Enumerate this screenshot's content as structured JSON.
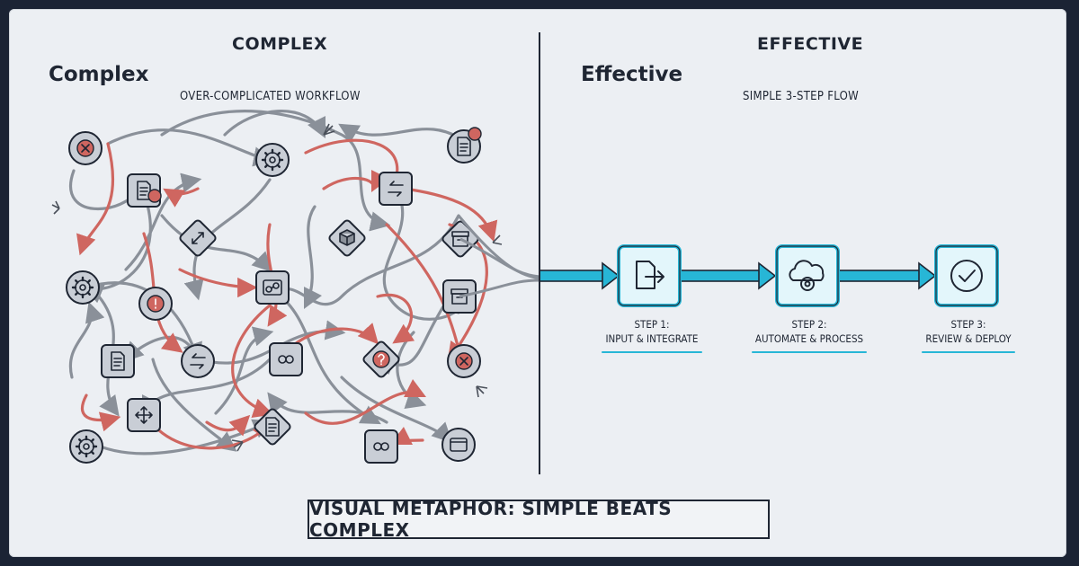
{
  "complex": {
    "header": "COMPLEX",
    "title": "Complex",
    "subtitle": "OVER-COMPLICATED WORKFLOW"
  },
  "effective": {
    "header": "EFFECTIVE",
    "title": "Effective",
    "subtitle": "SIMPLE 3-STEP FLOW",
    "steps": [
      {
        "label": "STEP 1:",
        "name": "INPUT & INTEGRATE",
        "icon": "document-export-icon"
      },
      {
        "label": "STEP 2:",
        "name": "AUTOMATE & PROCESS",
        "icon": "cloud-gear-icon"
      },
      {
        "label": "STEP 3:",
        "name": "REVIEW & DEPLOY",
        "icon": "check-circle-icon"
      }
    ]
  },
  "banner": "VISUAL METAPHOR: SIMPLE BEATS COMPLEX",
  "colors": {
    "background": "#1b2334",
    "panel": "#eceff3",
    "node_fill": "#c9ced6",
    "tangle_gray": "#8a9099",
    "tangle_red": "#cf6660",
    "accent": "#27b6d6",
    "step_fill": "#e3f6fb",
    "ink": "#1f2633"
  },
  "tangle_nodes": [
    {
      "shape": "circle",
      "icon": "error-x-icon",
      "badge": ""
    },
    {
      "shape": "circle",
      "icon": "gear-icon",
      "badge": ""
    },
    {
      "shape": "circle",
      "icon": "document-icon",
      "badge": "error"
    },
    {
      "shape": "square",
      "icon": "form-icon",
      "badge": "alert"
    },
    {
      "shape": "square",
      "icon": "swap-arrows-icon",
      "badge": ""
    },
    {
      "shape": "diamond",
      "icon": "expand-arrows-icon",
      "badge": ""
    },
    {
      "shape": "diamond",
      "icon": "box-icon",
      "badge": ""
    },
    {
      "shape": "diamond",
      "icon": "archive-icon",
      "badge": ""
    },
    {
      "shape": "circle",
      "icon": "gear-icon",
      "badge": ""
    },
    {
      "shape": "circle",
      "icon": "alert-icon",
      "badge": ""
    },
    {
      "shape": "square",
      "icon": "workflow-icon",
      "badge": ""
    },
    {
      "shape": "square",
      "icon": "archive-icon",
      "badge": ""
    },
    {
      "shape": "square",
      "icon": "document-icon",
      "badge": ""
    },
    {
      "shape": "circle",
      "icon": "swap-arrows-icon",
      "badge": ""
    },
    {
      "shape": "square",
      "icon": "loop-icon",
      "badge": ""
    },
    {
      "shape": "diamond",
      "icon": "question-icon",
      "badge": ""
    },
    {
      "shape": "circle",
      "icon": "error-x-icon",
      "badge": ""
    },
    {
      "shape": "square",
      "icon": "move-arrows-icon",
      "badge": ""
    },
    {
      "shape": "circle",
      "icon": "gear-icon",
      "badge": ""
    },
    {
      "shape": "diamond",
      "icon": "document-icon",
      "badge": ""
    },
    {
      "shape": "square",
      "icon": "link-icon",
      "badge": ""
    },
    {
      "shape": "circle",
      "icon": "browser-icon",
      "badge": ""
    }
  ]
}
